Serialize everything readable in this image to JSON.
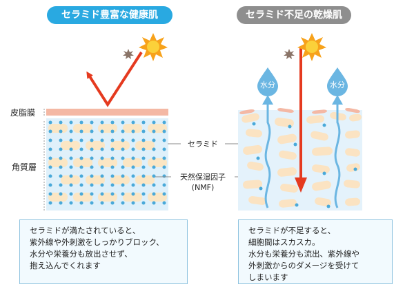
{
  "colors": {
    "title_left": "#29a9e1",
    "title_right": "#8e8e8e",
    "sebum": "#f4b8a4",
    "cell": "#fbe6c4",
    "dot": "#49a9d9",
    "arrow": "#e53a1f",
    "water": "#6bb6e2",
    "sun": "#f7a21b"
  },
  "left": {
    "title": "セラミド豊富な健康肌",
    "description": [
      "セラミドが満たされていると、",
      "紫外線や外刺激をしっかりブロック、",
      "水分や栄養分も放出させず、",
      "抱え込んでくれます"
    ]
  },
  "right": {
    "title": "セラミド不足の乾燥肌",
    "water_label": "水分",
    "description": [
      "セラミドが不足すると、",
      "細胞間はスカスカ。",
      "水分も栄養分も流出、紫外線や",
      "外刺激からのダメージを受けて",
      "しまいます"
    ]
  },
  "labels": {
    "sebum_membrane": "皮脂膜",
    "stratum_corneum": "角質層",
    "ceramide": "セラミド",
    "nmf_line1": "天然保湿因子",
    "nmf_line2": "(NMF)"
  }
}
